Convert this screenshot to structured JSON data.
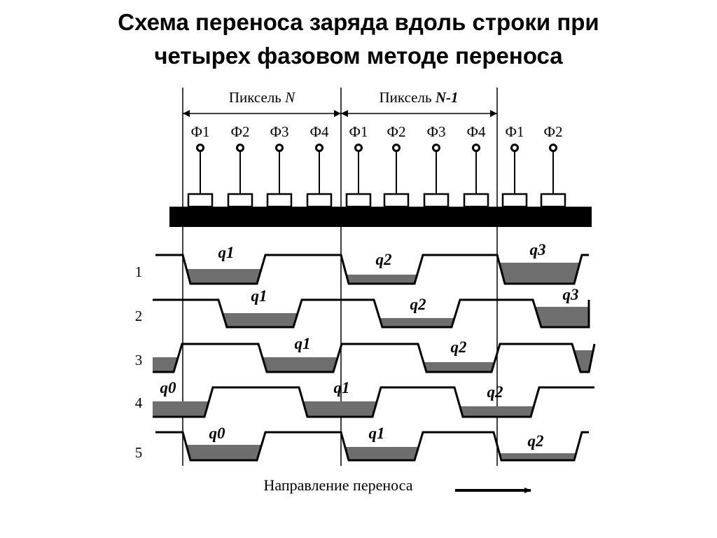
{
  "slide": {
    "title_line1": "Схема переноса заряда вдоль строки при",
    "title_line2": "четырех фазовом методе переноса"
  },
  "diagram": {
    "pixel_labels": [
      {
        "prefix": "Пиксель ",
        "italic": "N"
      },
      {
        "prefix": "Пиксель ",
        "italic": "N-1"
      }
    ],
    "phase_labels": [
      "Ф1",
      "Ф2",
      "Ф3",
      "Ф4",
      "Ф1",
      "Ф2",
      "Ф3",
      "Ф4",
      "Ф1",
      "Ф2"
    ],
    "row_numbers": [
      "1",
      "2",
      "3",
      "4",
      "5"
    ],
    "charge_labels": {
      "row1": [
        "q1",
        "q2",
        "q3"
      ],
      "row2": [
        "q1",
        "q2",
        "q3"
      ],
      "row3": [
        "q1",
        "q2"
      ],
      "row4": [
        "q0",
        "q1",
        "q2"
      ],
      "row5": [
        "q0",
        "q1",
        "q2"
      ]
    },
    "direction_label": "Направление переноса",
    "colors": {
      "charge_fill": "#6e6e6e",
      "line": "#000000"
    }
  }
}
